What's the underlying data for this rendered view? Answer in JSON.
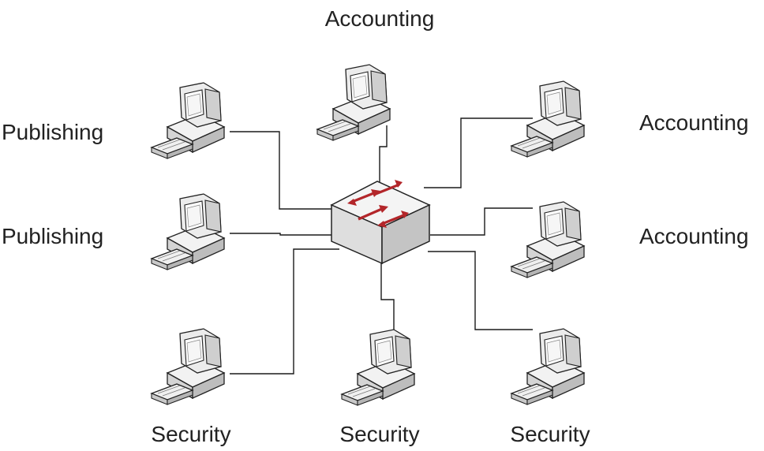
{
  "diagram": {
    "hub": {
      "icon": "network-switch-icon"
    },
    "computers": [
      {
        "id": "pc-top-center",
        "label": "Accounting",
        "icon": "computer-icon"
      },
      {
        "id": "pc-left-top",
        "label": "Publishing",
        "icon": "computer-icon"
      },
      {
        "id": "pc-left-mid",
        "label": "Publishing",
        "icon": "computer-icon"
      },
      {
        "id": "pc-right-top",
        "label": "Accounting",
        "icon": "computer-icon"
      },
      {
        "id": "pc-right-mid",
        "label": "Accounting",
        "icon": "computer-icon"
      },
      {
        "id": "pc-bottom-left",
        "label": "Security",
        "icon": "computer-icon"
      },
      {
        "id": "pc-bottom-center",
        "label": "Security",
        "icon": "computer-icon"
      },
      {
        "id": "pc-bottom-right",
        "label": "Security",
        "icon": "computer-icon"
      }
    ],
    "colors": {
      "line": "#1a1a1a",
      "arrow": "#b3262a",
      "device": "#e6e6e6"
    }
  }
}
